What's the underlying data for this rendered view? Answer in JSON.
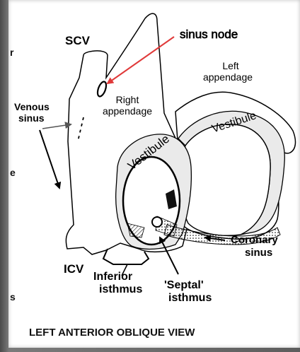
{
  "diagram": {
    "caption": "LEFT ANTERIOR OBLIQUE VIEW",
    "labels": {
      "scv": "SCV",
      "sinus_node": "sinus node",
      "left_appendage_1": "Left",
      "left_appendage_2": "appendage",
      "right_appendage_1": "Right",
      "right_appendage_2": "appendage",
      "venous_sinus_1": "Venous",
      "venous_sinus_2": "sinus",
      "vestibule_left": "Vestibule",
      "vestibule_right": "Vestibule",
      "coronary_sinus_1": "Coronary",
      "coronary_sinus_2": "sinus",
      "icv": "ICV",
      "inferior_isthmus_1": "Inferior",
      "inferior_isthmus_2": "isthmus",
      "septal_isthmus_1": "'Septal'",
      "septal_isthmus_2": "isthmus"
    },
    "edge_fragments": [
      "r",
      "e",
      "s"
    ],
    "colors": {
      "sinus_node_arrow": "#e03a3a",
      "ink": "#000000"
    }
  }
}
